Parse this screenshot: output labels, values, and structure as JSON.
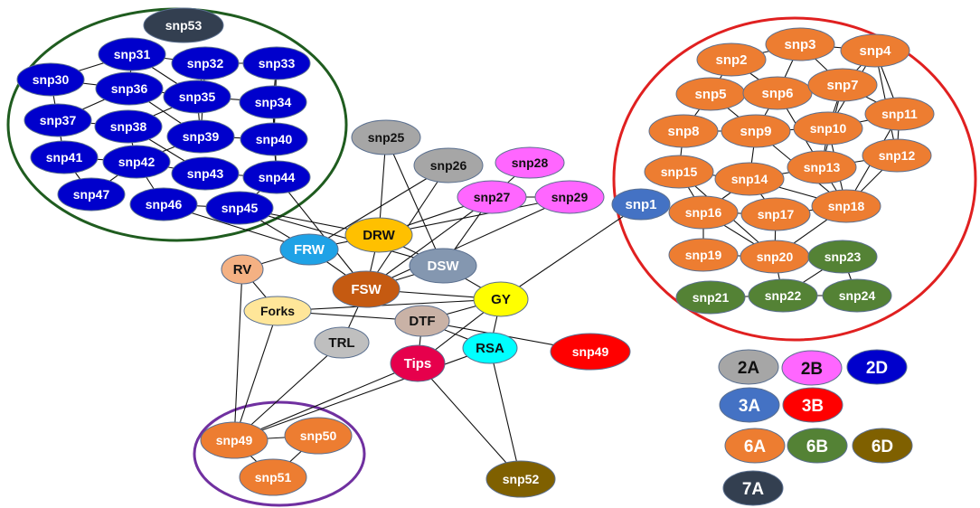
{
  "colors": {
    "2A": "#a6a6a6",
    "2B": "#ff66ff",
    "2D": "#0000cc",
    "3A": "#4472c4",
    "3B": "#ff0000",
    "6A": "#ed7d31",
    "6B": "#548235",
    "6D": "#7f6000",
    "7A": "#333f50",
    "FRW": "#1fa2e6",
    "DRW": "#ffc000",
    "DSW": "#8497b0",
    "FSW": "#c55a11",
    "GY": "#ffff00",
    "RV": "#f4b183",
    "Forks": "#ffe699",
    "TRL": "#bfbfbf",
    "DTF": "#c9b2a6",
    "RSA": "#00ffff",
    "Tips": "#e6004c",
    "group_2D_border": "#1f5c1f",
    "group_6A_border": "#e02020",
    "group_snp49_border": "#7030a0"
  },
  "nodes": [
    {
      "id": "snp53",
      "label": "snp53",
      "color": "7A"
    },
    {
      "id": "snp30",
      "label": "snp30",
      "color": "2D"
    },
    {
      "id": "snp31",
      "label": "snp31",
      "color": "2D"
    },
    {
      "id": "snp32",
      "label": "snp32",
      "color": "2D"
    },
    {
      "id": "snp33",
      "label": "snp33",
      "color": "2D"
    },
    {
      "id": "snp36",
      "label": "snp36",
      "color": "2D"
    },
    {
      "id": "snp35",
      "label": "snp35",
      "color": "2D"
    },
    {
      "id": "snp34",
      "label": "snp34",
      "color": "2D"
    },
    {
      "id": "snp37",
      "label": "snp37",
      "color": "2D"
    },
    {
      "id": "snp38",
      "label": "snp38",
      "color": "2D"
    },
    {
      "id": "snp39",
      "label": "snp39",
      "color": "2D"
    },
    {
      "id": "snp40",
      "label": "snp40",
      "color": "2D"
    },
    {
      "id": "snp41",
      "label": "snp41",
      "color": "2D"
    },
    {
      "id": "snp42",
      "label": "snp42",
      "color": "2D"
    },
    {
      "id": "snp43",
      "label": "snp43",
      "color": "2D"
    },
    {
      "id": "snp44",
      "label": "snp44",
      "color": "2D"
    },
    {
      "id": "snp47",
      "label": "snp47",
      "color": "2D"
    },
    {
      "id": "snp46",
      "label": "snp46",
      "color": "2D"
    },
    {
      "id": "snp45",
      "label": "snp45",
      "color": "2D"
    },
    {
      "id": "snp25",
      "label": "snp25",
      "color": "2A"
    },
    {
      "id": "snp26",
      "label": "snp26",
      "color": "2A"
    },
    {
      "id": "snp28",
      "label": "snp28",
      "color": "2B"
    },
    {
      "id": "snp27",
      "label": "snp27",
      "color": "2B"
    },
    {
      "id": "snp29",
      "label": "snp29",
      "color": "2B"
    },
    {
      "id": "snp1",
      "label": "snp1",
      "color": "3A"
    },
    {
      "id": "snp2",
      "label": "snp2",
      "color": "6A"
    },
    {
      "id": "snp3",
      "label": "snp3",
      "color": "6A"
    },
    {
      "id": "snp4",
      "label": "snp4",
      "color": "6A"
    },
    {
      "id": "snp5",
      "label": "snp5",
      "color": "6A"
    },
    {
      "id": "snp6",
      "label": "snp6",
      "color": "6A"
    },
    {
      "id": "snp7",
      "label": "snp7",
      "color": "6A"
    },
    {
      "id": "snp8",
      "label": "snp8",
      "color": "6A"
    },
    {
      "id": "snp9",
      "label": "snp9",
      "color": "6A"
    },
    {
      "id": "snp10",
      "label": "snp10",
      "color": "6A"
    },
    {
      "id": "snp11",
      "label": "snp11",
      "color": "6A"
    },
    {
      "id": "snp12",
      "label": "snp12",
      "color": "6A"
    },
    {
      "id": "snp13",
      "label": "snp13",
      "color": "6A"
    },
    {
      "id": "snp14",
      "label": "snp14",
      "color": "6A"
    },
    {
      "id": "snp15",
      "label": "snp15",
      "color": "6A"
    },
    {
      "id": "snp16",
      "label": "snp16",
      "color": "6A"
    },
    {
      "id": "snp17",
      "label": "snp17",
      "color": "6A"
    },
    {
      "id": "snp18",
      "label": "snp18",
      "color": "6A"
    },
    {
      "id": "snp19",
      "label": "snp19",
      "color": "6A"
    },
    {
      "id": "snp20",
      "label": "snp20",
      "color": "6A"
    },
    {
      "id": "snp23",
      "label": "snp23",
      "color": "6B"
    },
    {
      "id": "snp21",
      "label": "snp21",
      "color": "6B"
    },
    {
      "id": "snp22",
      "label": "snp22",
      "color": "6B"
    },
    {
      "id": "snp24",
      "label": "snp24",
      "color": "6B"
    },
    {
      "id": "FRW",
      "label": "FRW",
      "color": "FRW"
    },
    {
      "id": "DRW",
      "label": "DRW",
      "color": "DRW"
    },
    {
      "id": "DSW",
      "label": "DSW",
      "color": "DSW"
    },
    {
      "id": "RV",
      "label": "RV",
      "color": "RV"
    },
    {
      "id": "FSW",
      "label": "FSW",
      "color": "FSW"
    },
    {
      "id": "GY",
      "label": "GY",
      "color": "GY"
    },
    {
      "id": "Forks",
      "label": "Forks",
      "color": "Forks"
    },
    {
      "id": "DTF",
      "label": "DTF",
      "color": "DTF"
    },
    {
      "id": "TRL",
      "label": "TRL",
      "color": "TRL"
    },
    {
      "id": "RSA",
      "label": "RSA",
      "color": "RSA"
    },
    {
      "id": "Tips",
      "label": "Tips",
      "color": "Tips"
    },
    {
      "id": "snp49r",
      "label": "snp49",
      "color": "3B"
    },
    {
      "id": "snp49",
      "label": "snp49",
      "color": "6A"
    },
    {
      "id": "snp50",
      "label": "snp50",
      "color": "6A"
    },
    {
      "id": "snp51",
      "label": "snp51",
      "color": "6A"
    },
    {
      "id": "snp52",
      "label": "snp52",
      "color": "6D"
    }
  ],
  "legend": [
    {
      "label": "2A",
      "color": "2A"
    },
    {
      "label": "2B",
      "color": "2B"
    },
    {
      "label": "2D",
      "color": "2D"
    },
    {
      "label": "3A",
      "color": "3A"
    },
    {
      "label": "3B",
      "color": "3B"
    },
    {
      "label": "6A",
      "color": "6A"
    },
    {
      "label": "6B",
      "color": "6B"
    },
    {
      "label": "6D",
      "color": "6D"
    },
    {
      "label": "7A",
      "color": "7A"
    }
  ]
}
